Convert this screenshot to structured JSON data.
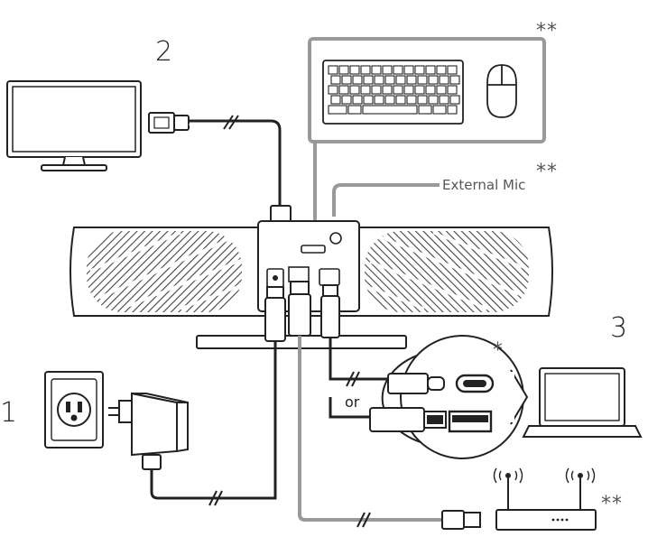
{
  "labels": {
    "step1": "1",
    "step2": "2",
    "step3": "3",
    "external_mic": "External Mic",
    "mic_asterisk": "**",
    "peripherals_asterisk": "**",
    "router_asterisk": "**",
    "usb_asterisk": "*",
    "or_text": "or"
  },
  "diagram_parts": [
    "monitor",
    "hdmi-cable",
    "keyboard",
    "mouse",
    "external-mic-cable",
    "video-bar",
    "power-outlet",
    "power-adapter",
    "ethernet-cable",
    "router",
    "usb-c-plug",
    "usb-a-plug",
    "laptop"
  ],
  "colors": {
    "line": "#222222",
    "gray_line": "#8c8c8c",
    "panel_border": "#999999"
  }
}
